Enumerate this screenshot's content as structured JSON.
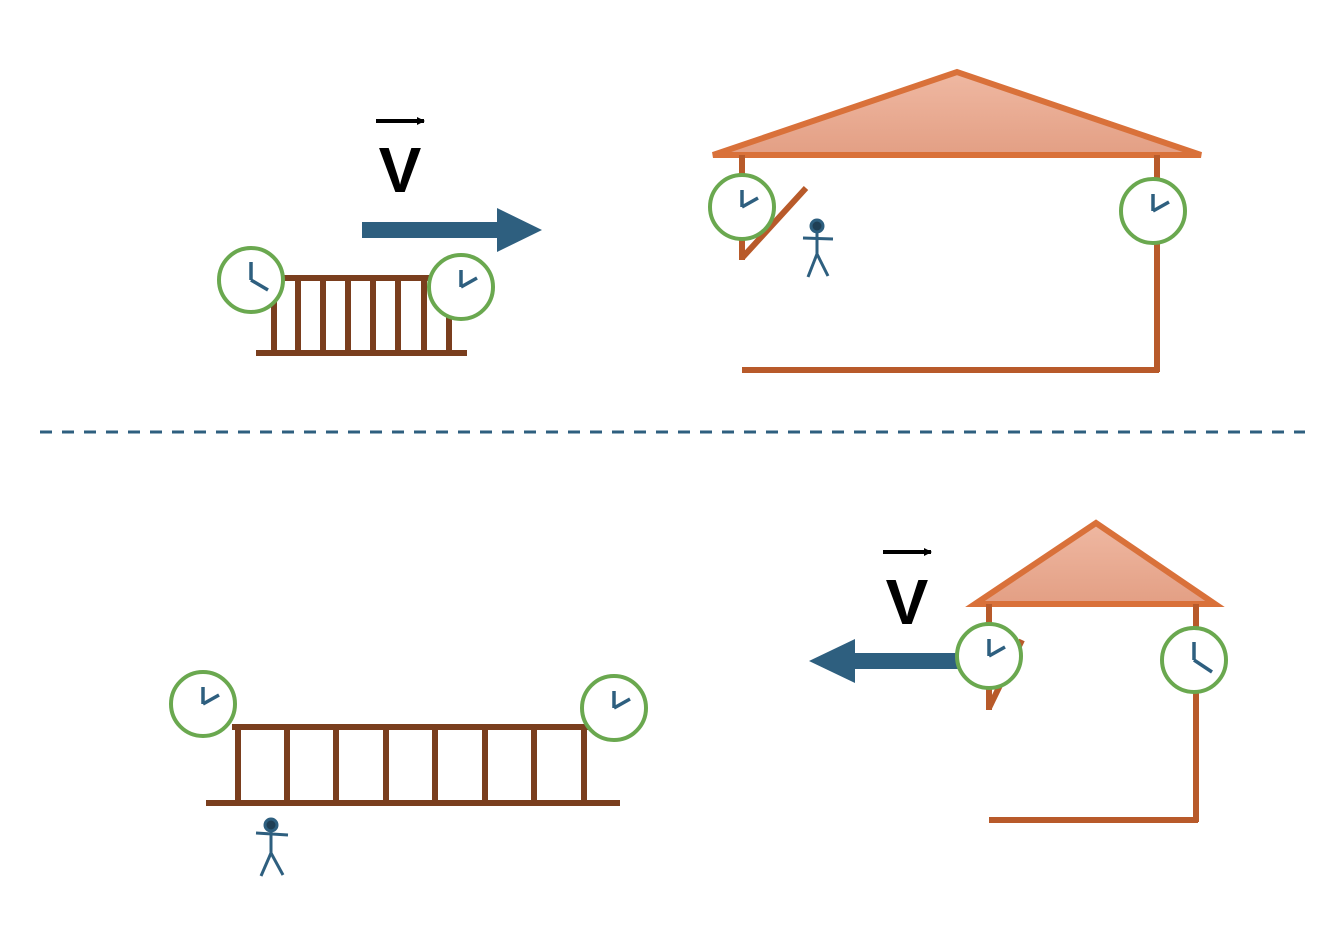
{
  "top_panel": {
    "velocity_label": "V",
    "direction": "right"
  },
  "bottom_panel": {
    "velocity_label": "V",
    "direction": "left"
  },
  "colors": {
    "ladder": "#7a3e1e",
    "barn_wall": "#b85a2a",
    "barn_roof_stroke": "#d9713a",
    "barn_roof_fill": "#e9a58a",
    "clock_ring": "#6aa84f",
    "clock_hands": "#2e5f7f",
    "arrow": "#2e5f7f",
    "divider": "#2e5f7f",
    "figure": "#2e5f7f"
  }
}
